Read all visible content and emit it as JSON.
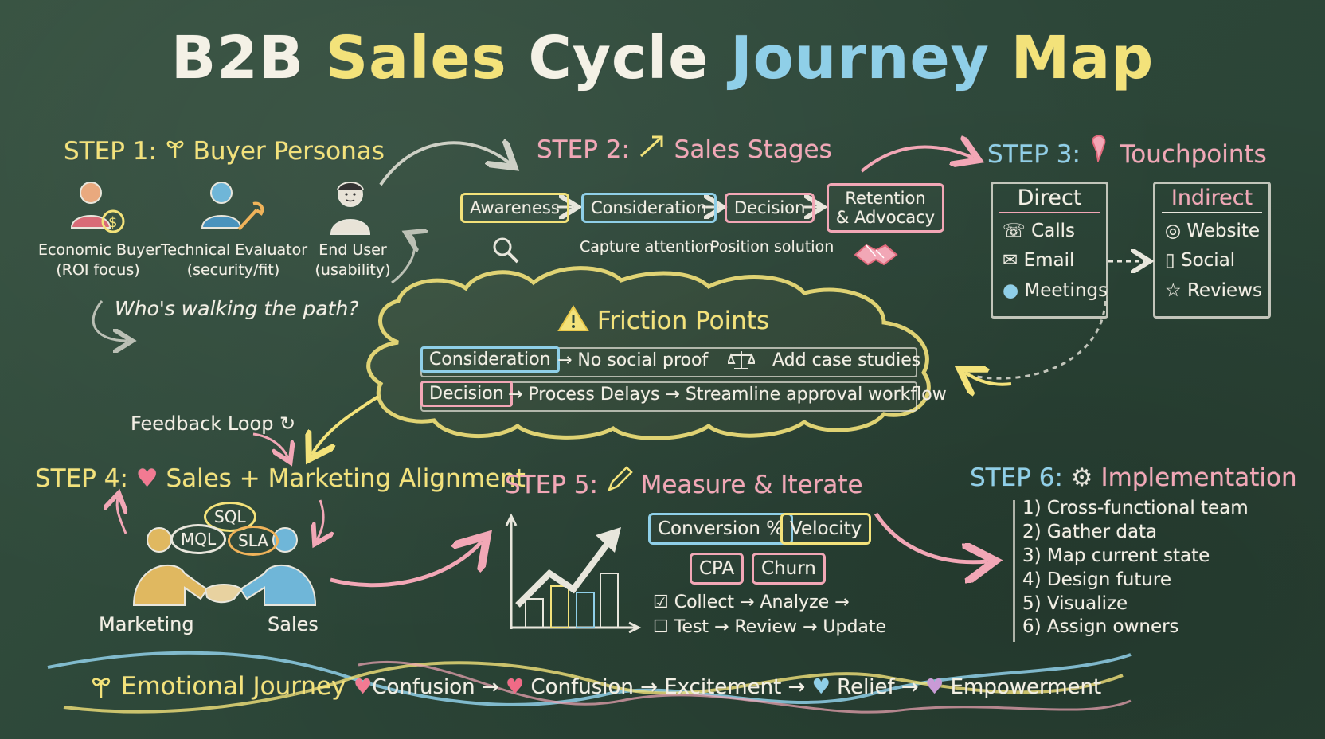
{
  "title": {
    "words": [
      {
        "text": "B2B",
        "color": "#f4f1e6"
      },
      {
        "text": "Sales",
        "color": "#f3e27a"
      },
      {
        "text": "Cycle",
        "color": "#f4f1e6"
      },
      {
        "text": "Journey",
        "color": "#8fcfe8"
      },
      {
        "text": "Map",
        "color": "#f3e27a"
      }
    ]
  },
  "colors": {
    "yellow": "#f3e27a",
    "pink": "#f2a7b6",
    "blue": "#8fcfe8",
    "white": "#f2efe4",
    "green_board": "#2f4a3c"
  },
  "step1": {
    "label": "STEP 1:",
    "title": "Buyer Personas",
    "icon": "heart-sprout-icon",
    "personas": [
      {
        "name": "Economic Buyer",
        "note": "(ROI focus)",
        "icon": "person-dollar-icon"
      },
      {
        "name": "Technical Evaluator",
        "note": "(security/fit)",
        "icon": "person-wrench-icon"
      },
      {
        "name": "End User",
        "note": "(usability)",
        "icon": "person-face-icon"
      }
    ],
    "question": "Who's walking the path?"
  },
  "step2": {
    "label": "STEP 2:",
    "title": "Sales Stages",
    "icon": "arrow-up-right-icon",
    "stages": [
      "Awareness",
      "Consideration",
      "Decision",
      "Retention\n& Advocacy"
    ],
    "notes": [
      "Capture attention",
      "Position solution"
    ]
  },
  "step3": {
    "label": "STEP 3:",
    "title": "Touchpoints",
    "icon": "pin-icon",
    "direct": {
      "header": "Direct",
      "items": [
        "Calls",
        "Email",
        "Meetings"
      ]
    },
    "indirect": {
      "header": "Indirect",
      "items": [
        "Website",
        "Social",
        "Reviews"
      ]
    }
  },
  "friction": {
    "title": "Friction Points",
    "rows": [
      {
        "stage": "Consideration",
        "text1": "→ No social proof",
        "text2": "Add case studies"
      },
      {
        "stage": "Decision",
        "text1": "→ Process Delays → Streamline approval workflow",
        "text2": ""
      }
    ]
  },
  "feedback": {
    "label": "Feedback Loop"
  },
  "step4": {
    "label": "STEP 4:",
    "title": "Sales + Marketing Alignment",
    "bubbles": [
      "SQL",
      "MQL",
      "SLA"
    ],
    "people": [
      "Marketing",
      "Sales"
    ]
  },
  "step5": {
    "label": "STEP 5:",
    "title": "Measure & Iterate",
    "metrics": [
      "Conversion %",
      "Velocity",
      "CPA",
      "Churn"
    ],
    "checklist": [
      "Collect → Analyze →",
      "Test → Review → Update"
    ]
  },
  "step6": {
    "label": "STEP 6:",
    "title": "Implementation",
    "items": [
      "1) Cross-functional team",
      "2) Gather data",
      "3) Map current state",
      "4) Design future",
      "5) Visualize",
      "6) Assign owners"
    ]
  },
  "emotional": {
    "title": "Emotional Journey",
    "sequence": [
      "Confusion →",
      "Confusion →",
      "Excitement →",
      "Relief →",
      "Empowerment"
    ]
  }
}
